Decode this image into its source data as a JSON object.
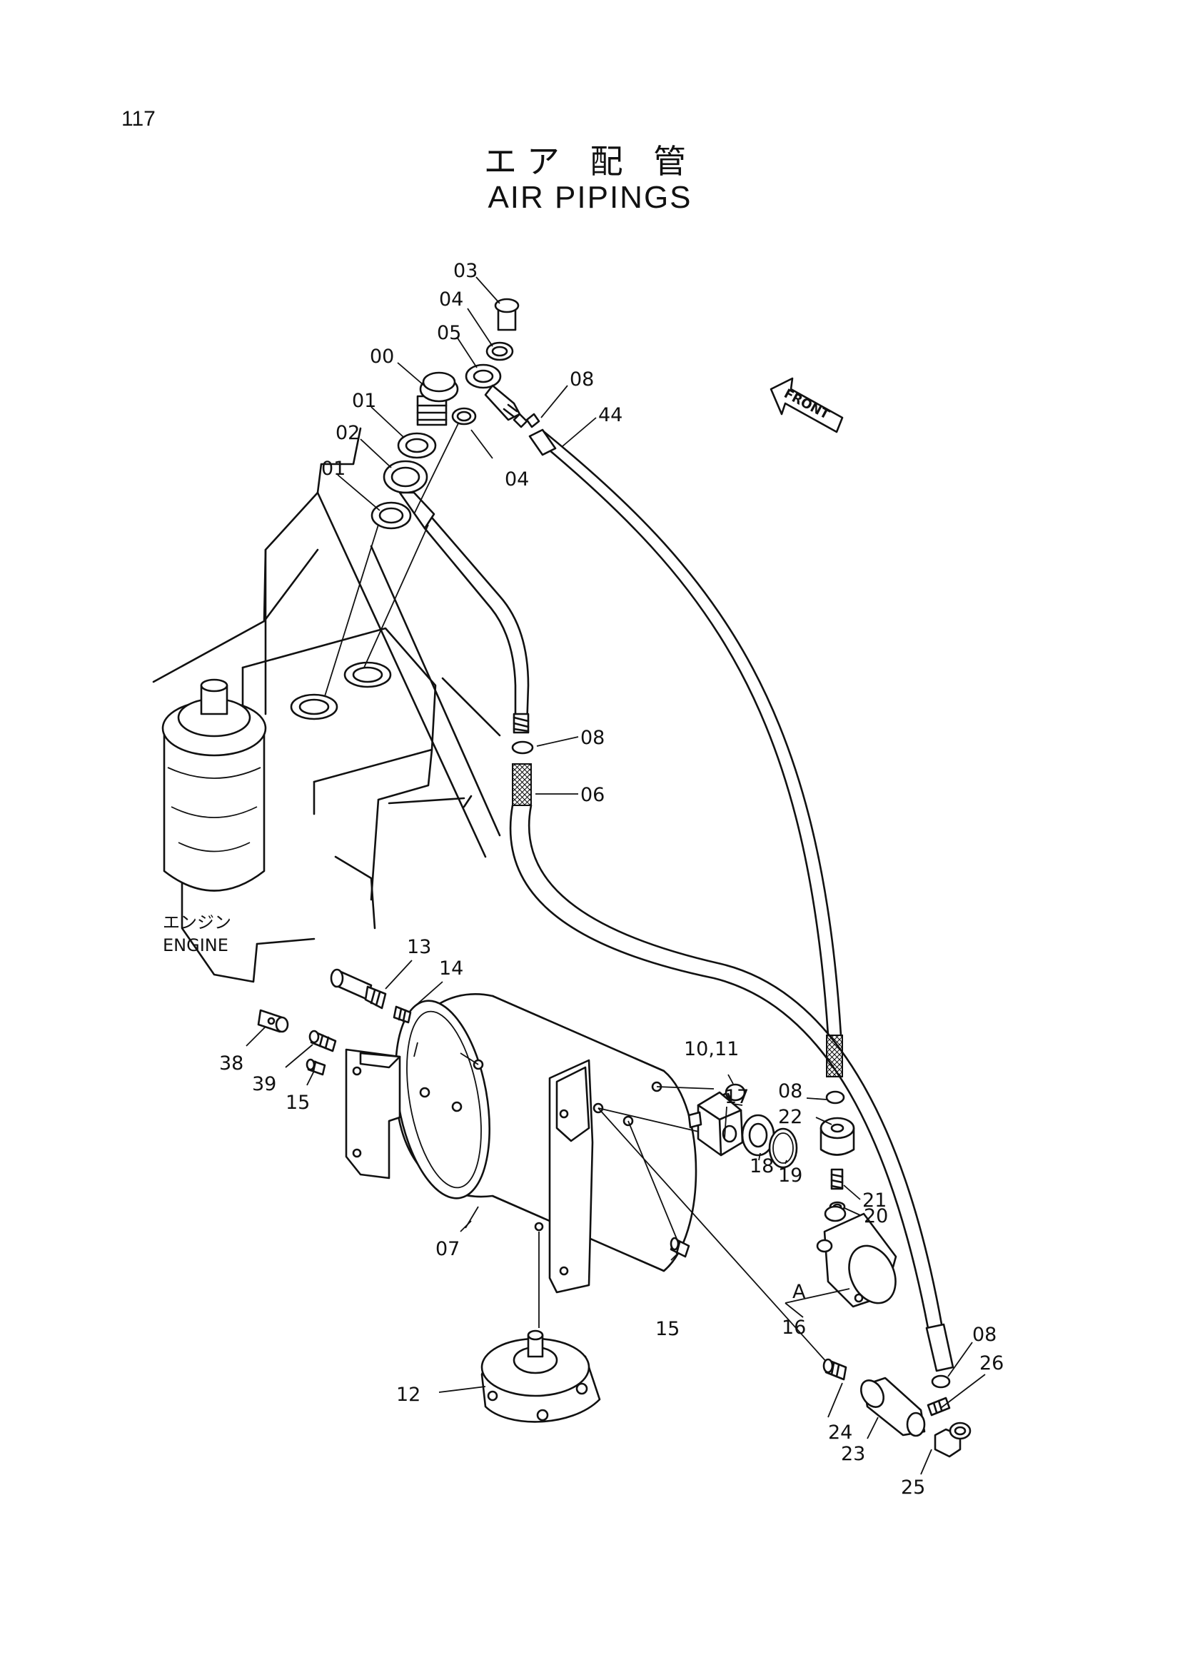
{
  "page_number": "117",
  "title": {
    "japanese": "エア 配 管",
    "english": "AIR PIPINGS"
  },
  "engine_label": {
    "japanese": "エンジン",
    "english": "ENGINE"
  },
  "front_marker": "FRONT",
  "callouts": {
    "c00": "00",
    "c01a": "01",
    "c01b": "01",
    "c02": "02",
    "c03": "03",
    "c04a": "04",
    "c04b": "04",
    "c05": "05",
    "c06": "06",
    "c07": "07",
    "c08a": "08",
    "c08b": "08",
    "c08c": "08",
    "c08d": "08",
    "c1011": "10,11",
    "c12": "12",
    "c13": "13",
    "c14": "14",
    "c15a": "15",
    "c15b": "15",
    "c16": "16",
    "c17": "17",
    "c18": "18",
    "c19": "19",
    "c20": "20",
    "c21": "21",
    "c22": "22",
    "c23": "23",
    "c24": "24",
    "c25": "25",
    "c26": "26",
    "c38": "38",
    "c39": "39",
    "c44": "44",
    "cA": "A"
  }
}
